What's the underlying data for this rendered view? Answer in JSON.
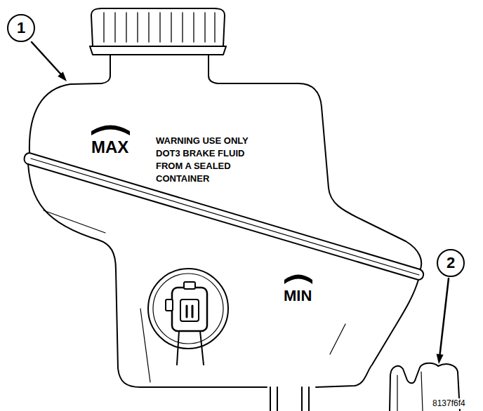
{
  "diagram": {
    "nodes": [
      {
        "text": [
          "1"
        ]
      },
      {
        "text": [
          "2"
        ]
      }
    ],
    "labels": [
      "MAX",
      "WARNING USE ONLY DOT3 BRAKE FLUID FROM A SEALED CONTAINER",
      "MIN",
      "8137f6f4"
    ]
  }
}
